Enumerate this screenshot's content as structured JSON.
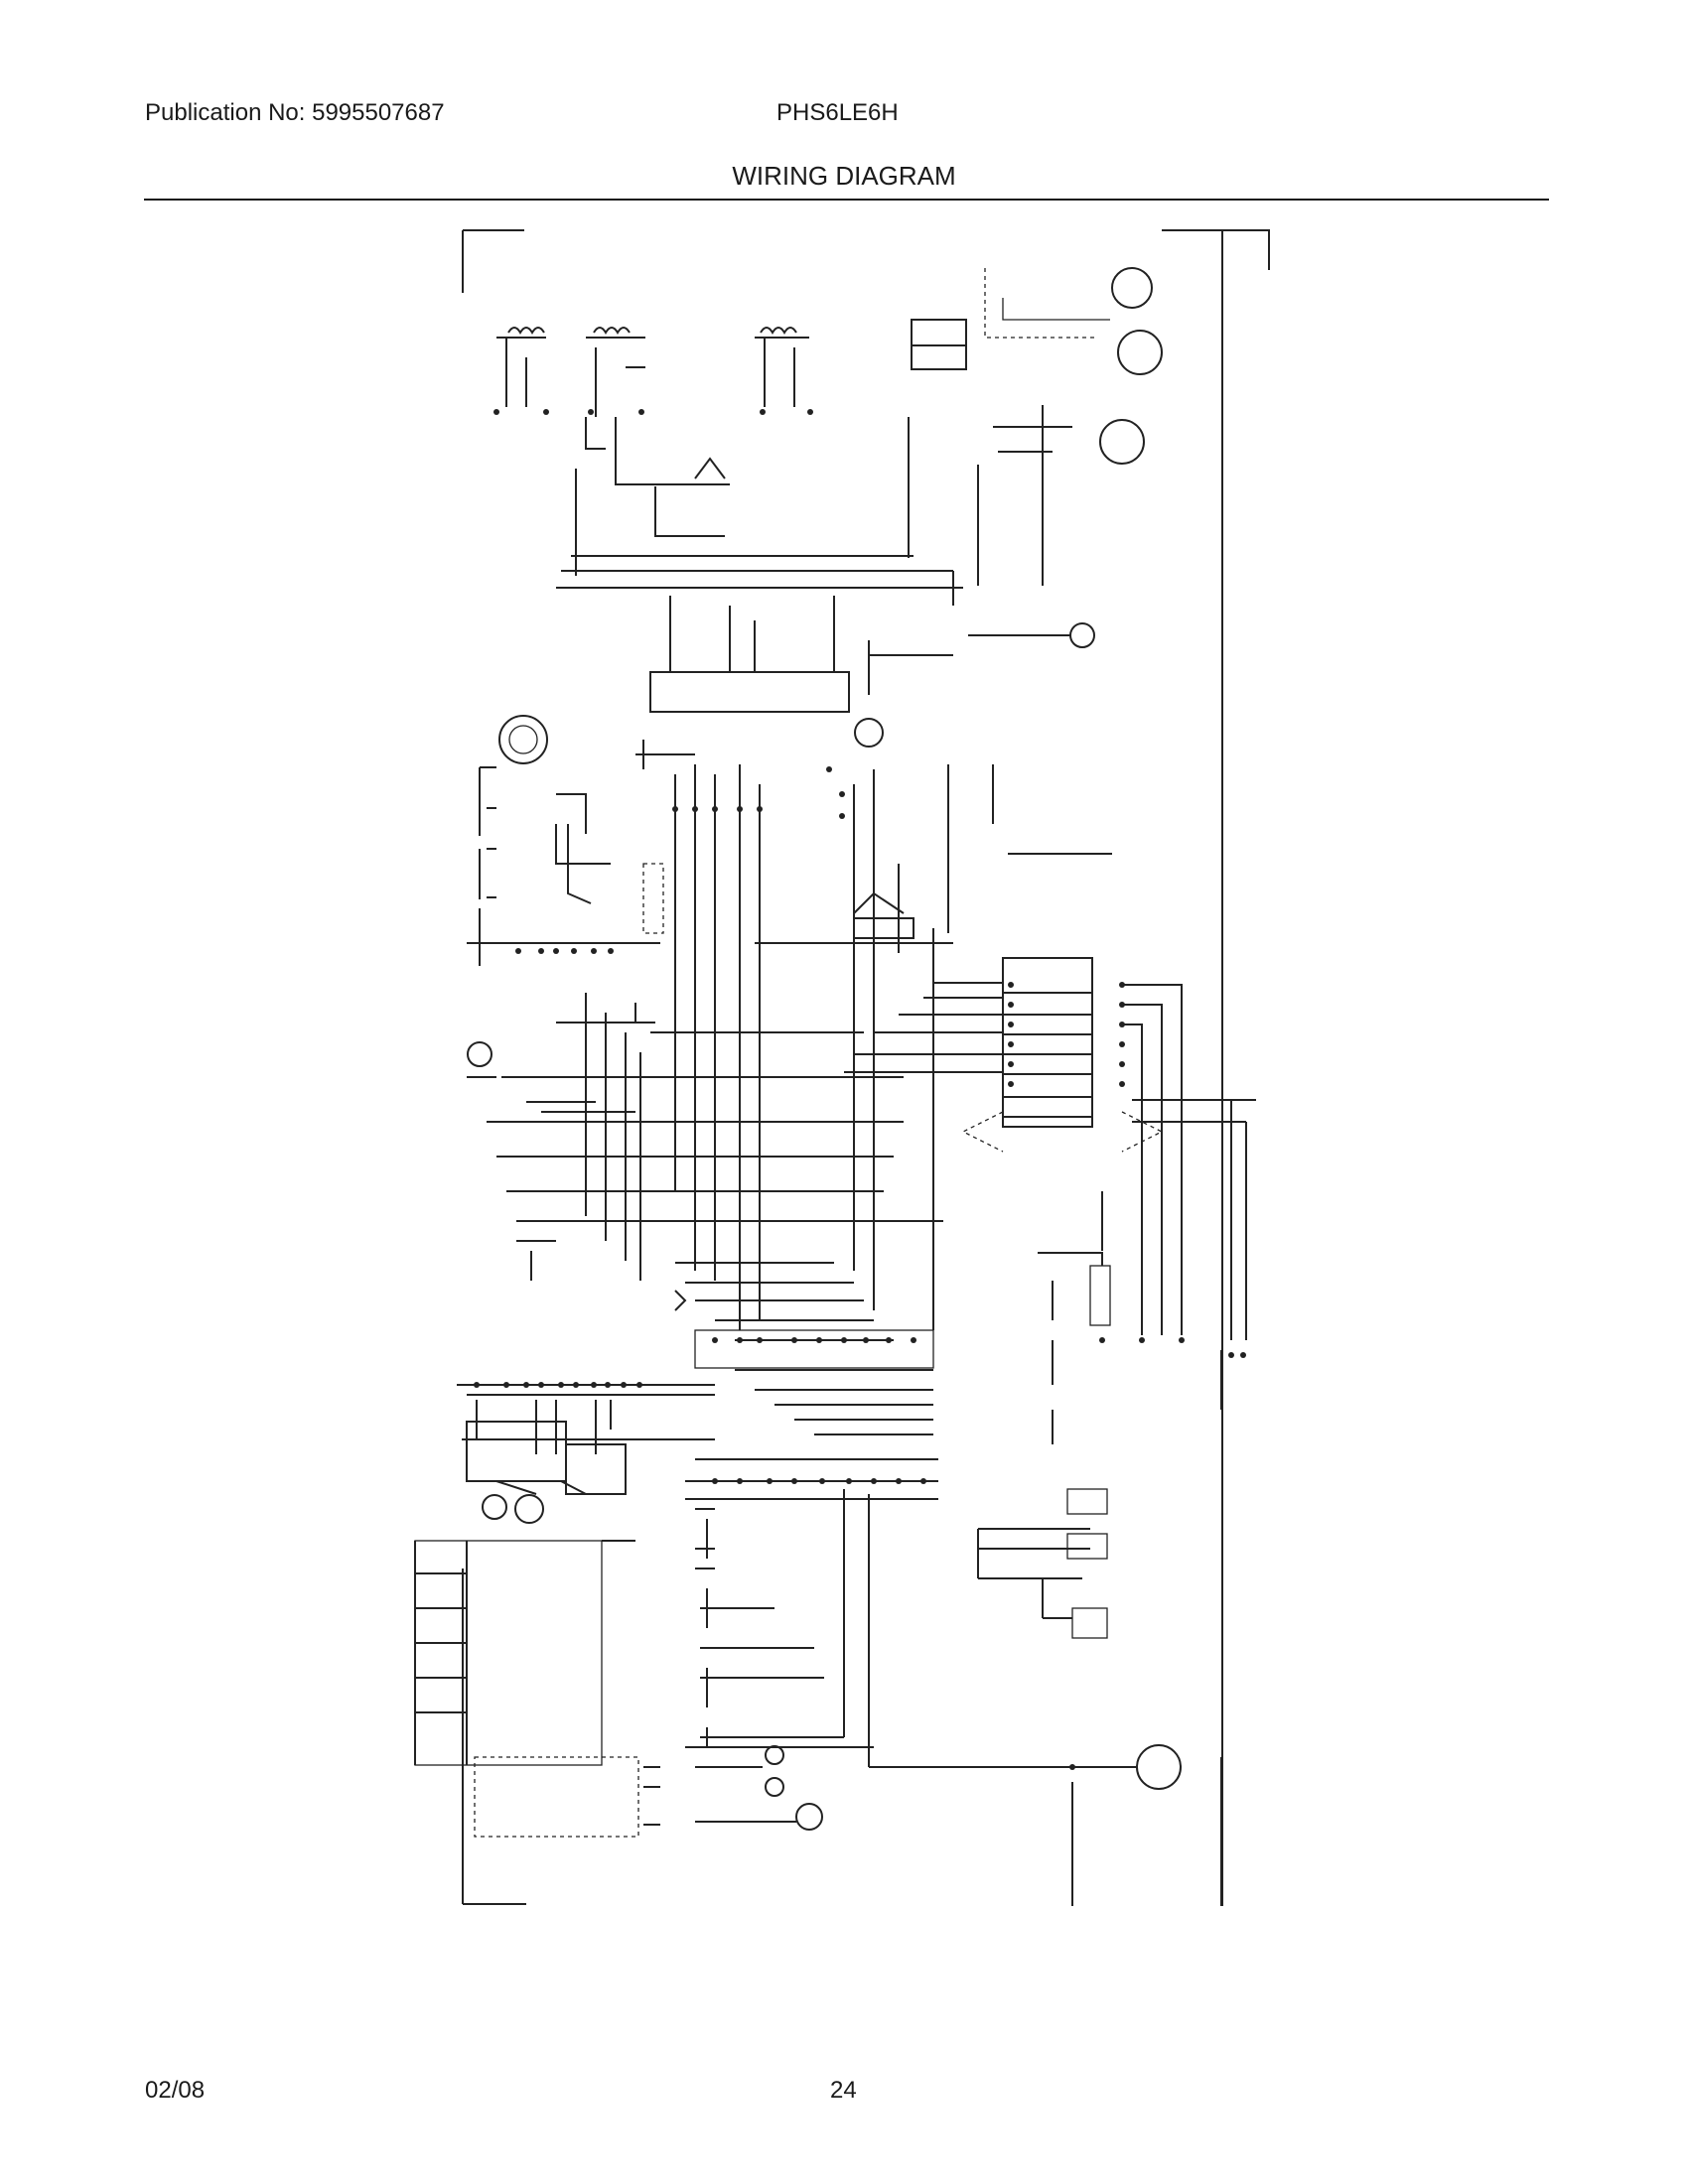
{
  "header": {
    "publication": "Publication No: 5995507687",
    "model": "PHS6LE6H",
    "title": "WIRING DIAGRAM"
  },
  "footer": {
    "date": "02/08",
    "page": "24"
  }
}
